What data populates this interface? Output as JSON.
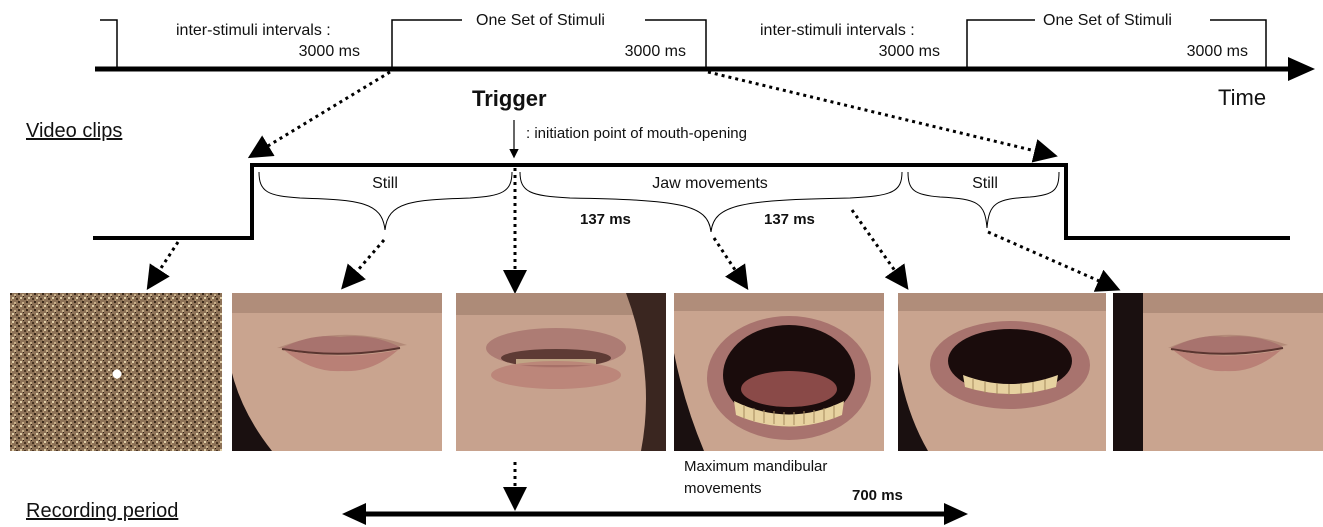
{
  "timeline": {
    "isi_label": "inter-stimuli intervals :",
    "isi_value": "3000 ms",
    "set_label": "One Set of Stimuli",
    "set_value": "3000 ms",
    "time_label": "Time"
  },
  "trigger": {
    "title": "Trigger",
    "description": ": initiation point of mouth-opening"
  },
  "video_clips_label": "Video clips",
  "phases": {
    "still_before": "Still",
    "jaw": "Jaw movements",
    "still_after": "Still",
    "jaw_open_duration": "137 ms",
    "jaw_close_duration": "137 ms"
  },
  "max_label_line1": "Maximum mandibular",
  "max_label_line2": "movements",
  "recording": {
    "label": "Recording period",
    "duration": "700 ms"
  },
  "frames": [
    {
      "name": "noise-fixation-frame"
    },
    {
      "name": "closed-mouth-frame"
    },
    {
      "name": "blurred-opening-frame"
    },
    {
      "name": "max-open-mouth-frame"
    },
    {
      "name": "closing-mouth-frame"
    },
    {
      "name": "closed-mouth-end-frame"
    }
  ],
  "colors": {
    "line": "#000000",
    "skin": "#c9a48f",
    "lips": "#a8736e",
    "mouth_inside": "#1a0c0c",
    "teeth": "#e7d2a0",
    "noise": "#8d7257"
  }
}
